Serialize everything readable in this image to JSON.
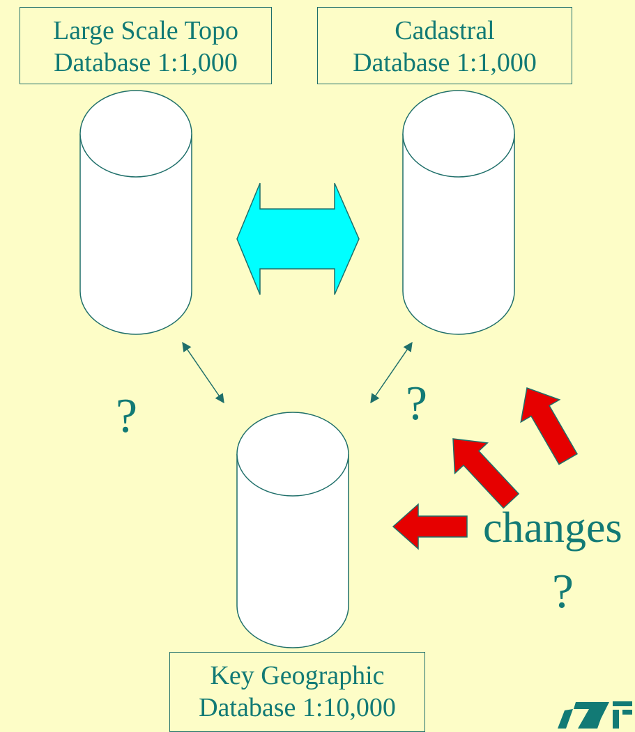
{
  "databases": {
    "topo": {
      "line1": "Large Scale Topo",
      "line2": "Database 1:1,000"
    },
    "cadastral": {
      "line1": "Cadastral",
      "line2": "Database 1:1,000"
    },
    "key_geographic": {
      "line1": "Key Geographic",
      "line2": "Database 1:10,000"
    }
  },
  "annotations": {
    "question_left": "?",
    "question_right": "?",
    "changes_label": "changes",
    "question_changes": "?"
  },
  "colors": {
    "background": "#fdfdc7",
    "text": "#127a75",
    "outline": "#1f6f6a",
    "exchange_arrow": "#00ffff",
    "change_arrows": "#e60000"
  }
}
